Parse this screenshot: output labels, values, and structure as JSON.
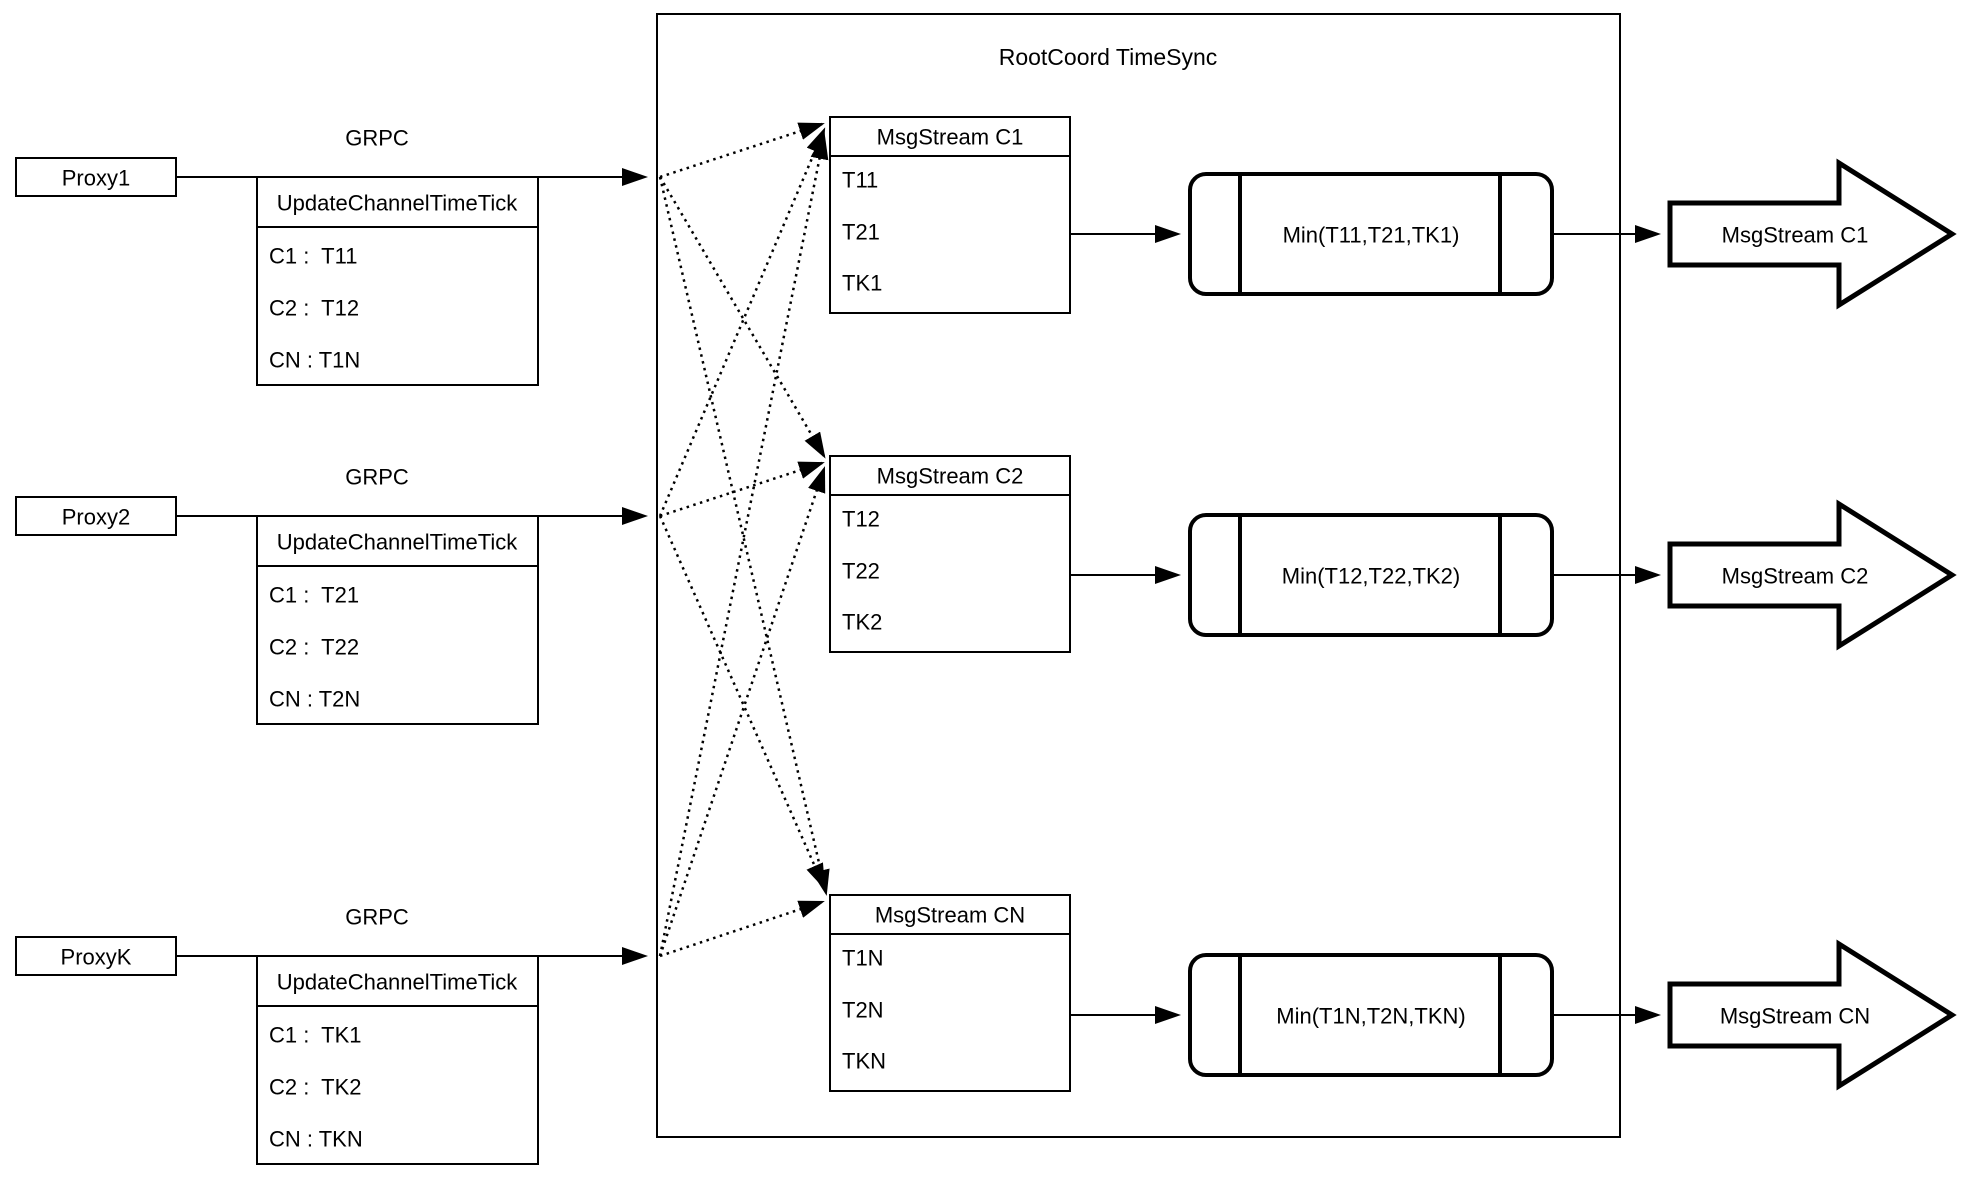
{
  "diagram": {
    "title": "RootCoord TimeSync",
    "grpc_label": "GRPC",
    "proxies": [
      {
        "name": "Proxy1",
        "message": {
          "title": "UpdateChannelTimeTick",
          "rows": [
            "C1 :  T11",
            "C2 :  T12",
            "CN : T1N"
          ]
        }
      },
      {
        "name": "Proxy2",
        "message": {
          "title": "UpdateChannelTimeTick",
          "rows": [
            "C1 :  T21",
            "C2 :  T22",
            "CN : T2N"
          ]
        }
      },
      {
        "name": "ProxyK",
        "message": {
          "title": "UpdateChannelTimeTick",
          "rows": [
            "C1 :  TK1",
            "C2 :  TK2",
            "CN : TKN"
          ]
        }
      }
    ],
    "streams": [
      {
        "title": "MsgStream C1",
        "rows": [
          "T11",
          "T21",
          "TK1"
        ],
        "min_label": "Min(T11,T21,TK1)",
        "output_label": "MsgStream C1"
      },
      {
        "title": "MsgStream C2",
        "rows": [
          "T12",
          "T22",
          "TK2"
        ],
        "min_label": "Min(T12,T22,TK2)",
        "output_label": "MsgStream C2"
      },
      {
        "title": "MsgStream CN",
        "rows": [
          "T1N",
          "T2N",
          "TKN"
        ],
        "min_label": "Min(T1N,T2N,TKN)",
        "output_label": "MsgStream CN"
      }
    ],
    "colors": {
      "stroke": "#000000",
      "background": "#ffffff"
    }
  }
}
